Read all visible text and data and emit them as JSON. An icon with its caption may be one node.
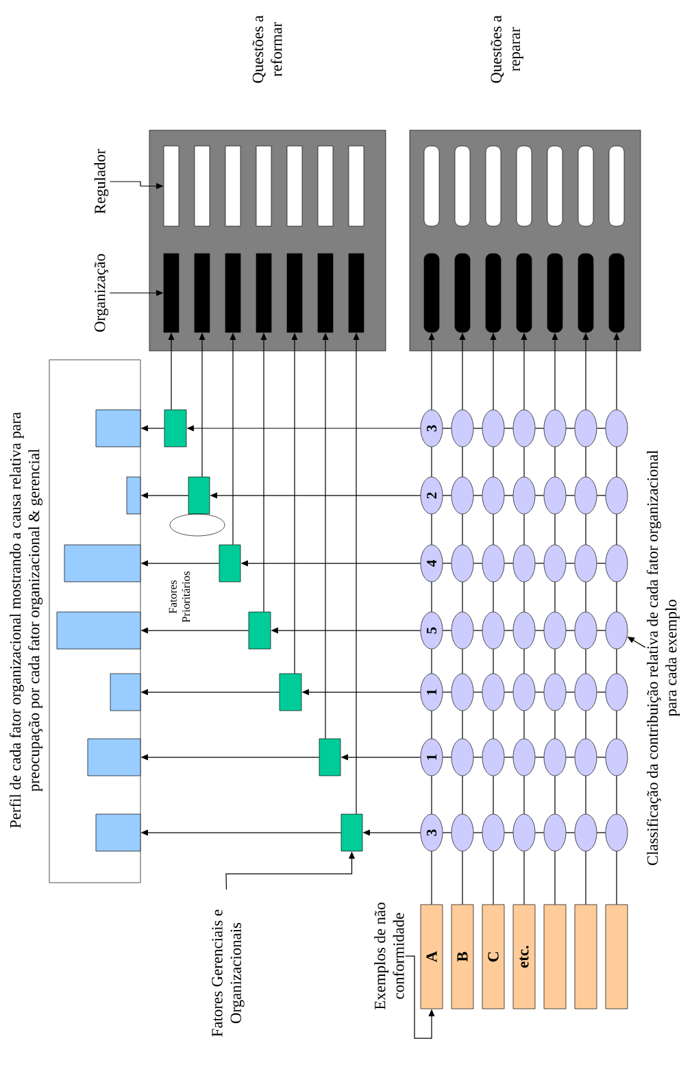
{
  "diagram": {
    "nodes": [
      {
        "text": [
          "Questões a reformar"
        ]
      },
      {
        "text": [
          "Questões a reparar"
        ]
      },
      {
        "text": [],
        "shape": "bar",
        "in": 0
      },
      {
        "text": [],
        "shape": "bar",
        "in": 0
      },
      {
        "text": [],
        "shape": "bar",
        "in": 0
      },
      {
        "text": [],
        "shape": "bar",
        "in": 0
      },
      {
        "text": [],
        "shape": "bar",
        "in": 0
      },
      {
        "text": [],
        "shape": "bar",
        "in": 0
      },
      {
        "text": [],
        "shape": "bar",
        "in": 0
      },
      {
        "text": [],
        "shape": "bar",
        "in": 0
      },
      {
        "text": [],
        "shape": "bar",
        "in": 0
      },
      {
        "text": [],
        "shape": "bar",
        "in": 0
      },
      {
        "text": [],
        "shape": "bar",
        "in": 0
      },
      {
        "text": [],
        "shape": "bar",
        "in": 0
      },
      {
        "text": [],
        "shape": "bar",
        "in": 0
      },
      {
        "text": [],
        "shape": "bar",
        "in": 0
      },
      {
        "text": [],
        "shape": "bar",
        "in": 1
      },
      {
        "text": [],
        "shape": "bar",
        "in": 1
      },
      {
        "text": [],
        "shape": "bar",
        "in": 1
      },
      {
        "text": [],
        "shape": "bar",
        "in": 1
      },
      {
        "text": [],
        "shape": "bar",
        "in": 1
      },
      {
        "text": [],
        "shape": "bar",
        "in": 1
      },
      {
        "text": [],
        "shape": "bar",
        "in": 1
      },
      {
        "text": [],
        "shape": "bar",
        "in": 1
      },
      {
        "text": [],
        "shape": "bar",
        "in": 1
      },
      {
        "text": [],
        "shape": "bar",
        "in": 1
      },
      {
        "text": [],
        "shape": "bar",
        "in": 1
      },
      {
        "text": [],
        "shape": "bar",
        "in": 1
      },
      {
        "text": [],
        "shape": "bar",
        "in": 1
      },
      {
        "text": [],
        "shape": "bar",
        "in": 1
      },
      {
        "text": [
          "Regulador"
        ]
      },
      {
        "text": [
          "Organização"
        ]
      },
      {
        "text": [
          "Perfil de cada fator organizacional mostrando a causa relativa para preocupação por cada fator organizacional & gerencial"
        ]
      },
      {
        "text": [],
        "shape": "bar",
        "in": 32
      },
      {
        "text": [],
        "shape": "bar",
        "in": 32
      },
      {
        "text": [],
        "shape": "bar",
        "in": 32
      },
      {
        "text": [],
        "shape": "bar",
        "in": 32
      },
      {
        "text": [],
        "shape": "bar",
        "in": 32
      },
      {
        "text": [],
        "shape": "bar",
        "in": 32
      },
      {
        "text": [],
        "shape": "bar",
        "in": 32
      },
      {
        "text": [],
        "shape": "box"
      },
      {
        "text": [],
        "shape": "box"
      },
      {
        "text": [],
        "shape": "box"
      },
      {
        "text": [],
        "shape": "box"
      },
      {
        "text": [],
        "shape": "box"
      },
      {
        "text": [],
        "shape": "box"
      },
      {
        "text": [],
        "shape": "box"
      },
      {
        "text": [
          "3"
        ]
      },
      {
        "text": [],
        "shape": "circle"
      },
      {
        "text": [],
        "shape": "circle"
      },
      {
        "text": [],
        "shape": "circle"
      },
      {
        "text": [],
        "shape": "circle"
      },
      {
        "text": [],
        "shape": "circle"
      },
      {
        "text": [],
        "shape": "circle"
      },
      {
        "text": [
          "2"
        ]
      },
      {
        "text": [],
        "shape": "circle"
      },
      {
        "text": [],
        "shape": "circle"
      },
      {
        "text": [],
        "shape": "circle"
      },
      {
        "text": [],
        "shape": "circle"
      },
      {
        "text": [],
        "shape": "circle"
      },
      {
        "text": [],
        "shape": "circle"
      },
      {
        "text": [
          "4"
        ]
      },
      {
        "text": [],
        "shape": "circle"
      },
      {
        "text": [],
        "shape": "circle"
      },
      {
        "text": [],
        "shape": "circle"
      },
      {
        "text": [],
        "shape": "circle"
      },
      {
        "text": [],
        "shape": "circle"
      },
      {
        "text": [],
        "shape": "circle"
      },
      {
        "text": [
          "5"
        ]
      },
      {
        "text": [],
        "shape": "circle"
      },
      {
        "text": [],
        "shape": "circle"
      },
      {
        "text": [],
        "shape": "circle"
      },
      {
        "text": [],
        "shape": "circle"
      },
      {
        "text": [],
        "shape": "circle"
      },
      {
        "text": [],
        "shape": "circle"
      },
      {
        "text": [
          "1"
        ]
      },
      {
        "text": [],
        "shape": "circle"
      },
      {
        "text": [],
        "shape": "circle"
      },
      {
        "text": [],
        "shape": "circle"
      },
      {
        "text": [],
        "shape": "circle"
      },
      {
        "text": [],
        "shape": "circle"
      },
      {
        "text": [],
        "shape": "circle"
      },
      {
        "text": [
          "1"
        ]
      },
      {
        "text": [],
        "shape": "circle"
      },
      {
        "text": [],
        "shape": "circle"
      },
      {
        "text": [],
        "shape": "circle"
      },
      {
        "text": [],
        "shape": "circle"
      },
      {
        "text": [],
        "shape": "circle"
      },
      {
        "text": [],
        "shape": "circle"
      },
      {
        "text": [
          "3"
        ]
      },
      {
        "text": [],
        "shape": "circle"
      },
      {
        "text": [],
        "shape": "circle"
      },
      {
        "text": [],
        "shape": "circle"
      },
      {
        "text": [],
        "shape": "circle"
      },
      {
        "text": [],
        "shape": "circle"
      },
      {
        "text": [],
        "shape": "circle"
      },
      {
        "text": [
          "A"
        ]
      },
      {
        "text": [
          "B"
        ]
      },
      {
        "text": [
          "C"
        ]
      },
      {
        "text": [
          "etc."
        ]
      },
      {
        "text": [],
        "shape": "box"
      },
      {
        "text": [],
        "shape": "box"
      },
      {
        "text": [],
        "shape": "box"
      },
      {
        "text": [
          "Exemplos de não conformidade"
        ]
      },
      {
        "text": [
          "Fatores Gerenciais e Organizacionais"
        ]
      },
      {
        "text": [],
        "shape": "circle"
      },
      {
        "text": [
          "Classificação da contribuição relativa de cada fator organizacional para cada exemplo"
        ]
      }
    ],
    "edges": [
      {
        "from": 30,
        "to": 2,
        "arrow": "to"
      },
      {
        "from": 31,
        "to": 9,
        "arrow": "to"
      },
      {
        "from": 40,
        "to": 9,
        "arrow": "to"
      },
      {
        "from": 41,
        "to": 10,
        "arrow": "to"
      },
      {
        "from": 42,
        "to": 11,
        "arrow": "to"
      },
      {
        "from": 43,
        "to": 12,
        "arrow": "to"
      },
      {
        "from": 44,
        "to": 13,
        "arrow": "to"
      },
      {
        "from": 45,
        "to": 14,
        "arrow": "to"
      },
      {
        "from": 46,
        "to": 15,
        "arrow": "to"
      },
      {
        "from": 47,
        "to": 40,
        "arrow": "to"
      },
      {
        "from": 54,
        "to": 41,
        "arrow": "to"
      },
      {
        "from": 61,
        "to": 42,
        "arrow": "to"
      },
      {
        "from": 68,
        "to": 43,
        "arrow": "to"
      },
      {
        "from": 75,
        "to": 44,
        "arrow": "to"
      },
      {
        "from": 82,
        "to": 45,
        "arrow": "to"
      },
      {
        "from": 89,
        "to": 46,
        "arrow": "to"
      },
      {
        "from": 40,
        "to": 33,
        "arrow": "to"
      },
      {
        "from": 41,
        "to": 34,
        "arrow": "to"
      },
      {
        "from": 42,
        "to": 35,
        "arrow": "to"
      },
      {
        "from": 43,
        "to": 36,
        "arrow": "to"
      },
      {
        "from": 44,
        "to": 37,
        "arrow": "to"
      },
      {
        "from": 45,
        "to": 38,
        "arrow": "to"
      },
      {
        "from": 46,
        "to": 39,
        "arrow": "to"
      },
      {
        "from": 48,
        "to": 47,
        "arrow": "none"
      },
      {
        "from": 49,
        "to": 48,
        "arrow": "none"
      },
      {
        "from": 50,
        "to": 49,
        "arrow": "none"
      },
      {
        "from": 51,
        "to": 50,
        "arrow": "none"
      },
      {
        "from": 52,
        "to": 51,
        "arrow": "none"
      },
      {
        "from": 53,
        "to": 52,
        "arrow": "none"
      },
      {
        "from": 55,
        "to": 54,
        "arrow": "none"
      },
      {
        "from": 56,
        "to": 55,
        "arrow": "none"
      },
      {
        "from": 57,
        "to": 56,
        "arrow": "none"
      },
      {
        "from": 58,
        "to": 57,
        "arrow": "none"
      },
      {
        "from": 59,
        "to": 58,
        "arrow": "none"
      },
      {
        "from": 60,
        "to": 59,
        "arrow": "none"
      },
      {
        "from": 62,
        "to": 61,
        "arrow": "none"
      },
      {
        "from": 63,
        "to": 62,
        "arrow": "none"
      },
      {
        "from": 64,
        "to": 63,
        "arrow": "none"
      },
      {
        "from": 65,
        "to": 64,
        "arrow": "none"
      },
      {
        "from": 66,
        "to": 65,
        "arrow": "none"
      },
      {
        "from": 67,
        "to": 66,
        "arrow": "none"
      },
      {
        "from": 69,
        "to": 68,
        "arrow": "none"
      },
      {
        "from": 70,
        "to": 69,
        "arrow": "none"
      },
      {
        "from": 71,
        "to": 70,
        "arrow": "none"
      },
      {
        "from": 72,
        "to": 71,
        "arrow": "none"
      },
      {
        "from": 73,
        "to": 72,
        "arrow": "none"
      },
      {
        "from": 74,
        "to": 73,
        "arrow": "none"
      },
      {
        "from": 76,
        "to": 75,
        "arrow": "none"
      },
      {
        "from": 77,
        "to": 76,
        "arrow": "none"
      },
      {
        "from": 78,
        "to": 77,
        "arrow": "none"
      },
      {
        "from": 79,
        "to": 78,
        "arrow": "none"
      },
      {
        "from": 80,
        "to": 79,
        "arrow": "none"
      },
      {
        "from": 81,
        "to": 80,
        "arrow": "none"
      },
      {
        "from": 83,
        "to": 82,
        "arrow": "none"
      },
      {
        "from": 84,
        "to": 83,
        "arrow": "none"
      },
      {
        "from": 85,
        "to": 84,
        "arrow": "none"
      },
      {
        "from": 86,
        "to": 85,
        "arrow": "none"
      },
      {
        "from": 87,
        "to": 86,
        "arrow": "none"
      },
      {
        "from": 88,
        "to": 87,
        "arrow": "none"
      },
      {
        "from": 90,
        "to": 89,
        "arrow": "none"
      },
      {
        "from": 91,
        "to": 90,
        "arrow": "none"
      },
      {
        "from": 92,
        "to": 91,
        "arrow": "none"
      },
      {
        "from": 93,
        "to": 92,
        "arrow": "none"
      },
      {
        "from": 94,
        "to": 93,
        "arrow": "none"
      },
      {
        "from": 95,
        "to": 94,
        "arrow": "none"
      },
      {
        "from": 96,
        "to": 89,
        "arrow": "none"
      },
      {
        "from": 89,
        "to": 82,
        "arrow": "none"
      },
      {
        "from": 82,
        "to": 75,
        "arrow": "none"
      },
      {
        "from": 75,
        "to": 68,
        "arrow": "none"
      },
      {
        "from": 68,
        "to": 61,
        "arrow": "none"
      },
      {
        "from": 61,
        "to": 54,
        "arrow": "none"
      },
      {
        "from": 54,
        "to": 47,
        "arrow": "none"
      },
      {
        "from": 47,
        "to": 23,
        "arrow": "to"
      },
      {
        "from": 97,
        "to": 90,
        "arrow": "none"
      },
      {
        "from": 90,
        "to": 83,
        "arrow": "none"
      },
      {
        "from": 83,
        "to": 76,
        "arrow": "none"
      },
      {
        "from": 76,
        "to": 69,
        "arrow": "none"
      },
      {
        "from": 69,
        "to": 62,
        "arrow": "none"
      },
      {
        "from": 62,
        "to": 55,
        "arrow": "none"
      },
      {
        "from": 55,
        "to": 48,
        "arrow": "none"
      },
      {
        "from": 48,
        "to": 24,
        "arrow": "to"
      },
      {
        "from": 98,
        "to": 91,
        "arrow": "none"
      },
      {
        "from": 91,
        "to": 84,
        "arrow": "none"
      },
      {
        "from": 84,
        "to": 77,
        "arrow": "none"
      },
      {
        "from": 77,
        "to": 70,
        "arrow": "none"
      },
      {
        "from": 70,
        "to": 63,
        "arrow": "none"
      },
      {
        "from": 63,
        "to": 56,
        "arrow": "none"
      },
      {
        "from": 56,
        "to": 49,
        "arrow": "none"
      },
      {
        "from": 49,
        "to": 25,
        "arrow": "to"
      },
      {
        "from": 99,
        "to": 92,
        "arrow": "none"
      },
      {
        "from": 92,
        "to": 85,
        "arrow": "none"
      },
      {
        "from": 85,
        "to": 78,
        "arrow": "none"
      },
      {
        "from": 78,
        "to": 71,
        "arrow": "none"
      },
      {
        "from": 71,
        "to": 64,
        "arrow": "none"
      },
      {
        "from": 64,
        "to": 57,
        "arrow": "none"
      },
      {
        "from": 57,
        "to": 50,
        "arrow": "none"
      },
      {
        "from": 50,
        "to": 26,
        "arrow": "to"
      },
      {
        "from": 100,
        "to": 93,
        "arrow": "none"
      },
      {
        "from": 93,
        "to": 86,
        "arrow": "none"
      },
      {
        "from": 86,
        "to": 79,
        "arrow": "none"
      },
      {
        "from": 79,
        "to": 72,
        "arrow": "none"
      },
      {
        "from": 72,
        "to": 65,
        "arrow": "none"
      },
      {
        "from": 65,
        "to": 58,
        "arrow": "none"
      },
      {
        "from": 58,
        "to": 51,
        "arrow": "none"
      },
      {
        "from": 51,
        "to": 27,
        "arrow": "to"
      },
      {
        "from": 101,
        "to": 94,
        "arrow": "none"
      },
      {
        "from": 94,
        "to": 87,
        "arrow": "none"
      },
      {
        "from": 87,
        "to": 80,
        "arrow": "none"
      },
      {
        "from": 80,
        "to": 73,
        "arrow": "none"
      },
      {
        "from": 73,
        "to": 66,
        "arrow": "none"
      },
      {
        "from": 66,
        "to": 59,
        "arrow": "none"
      },
      {
        "from": 59,
        "to": 52,
        "arrow": "none"
      },
      {
        "from": 52,
        "to": 28,
        "arrow": "to"
      },
      {
        "from": 102,
        "to": 95,
        "arrow": "none"
      },
      {
        "from": 95,
        "to": 88,
        "arrow": "none"
      },
      {
        "from": 88,
        "to": 81,
        "arrow": "none"
      },
      {
        "from": 81,
        "to": 74,
        "arrow": "none"
      },
      {
        "from": 74,
        "to": 67,
        "arrow": "none"
      },
      {
        "from": 67,
        "to": 60,
        "arrow": "none"
      },
      {
        "from": 60,
        "to": 53,
        "arrow": "none"
      },
      {
        "from": 53,
        "to": 29,
        "arrow": "to"
      },
      {
        "from": 103,
        "to": 96,
        "arrow": "to"
      },
      {
        "from": 104,
        "to": 46,
        "arrow": "to"
      },
      {
        "from": 106,
        "to": 74,
        "arrow": "to"
      }
    ],
    "labels": [
      "Fatores Prioritários"
    ]
  }
}
